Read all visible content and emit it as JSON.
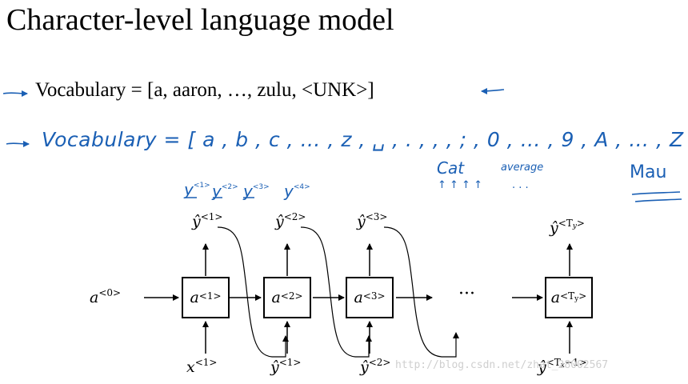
{
  "title": "Character-level language model",
  "vocab_line1": "Vocabulary = [a, aaron, …, zulu, <UNK>]",
  "vocab_line2_handwritten": "Vocabulary = [ a , b , c , … , z , ␣ , . , , , ; , 0 , … , 9 , A , … , Z ]",
  "notes": {
    "y_sequence": [
      {
        "base": "y",
        "sup": "<1>"
      },
      {
        "base": "y",
        "sup": "<2>"
      },
      {
        "base": "y",
        "sup": "<3>"
      },
      {
        "base": "y",
        "sup": "<4>"
      }
    ],
    "cat": "Cat",
    "average": "average",
    "arrows": "↑ ↑ ↑ ↑",
    "dots": ". . .",
    "may": "Mau"
  },
  "diagram": {
    "a0": {
      "base": "a",
      "sup": "<0>"
    },
    "ellipsis": "···",
    "cells": [
      {
        "base": "a",
        "sup": "<1>",
        "sub": "",
        "sup_tail": ""
      },
      {
        "base": "a",
        "sup": "<2>",
        "sub": "",
        "sup_tail": ""
      },
      {
        "base": "a",
        "sup": "<3>",
        "sub": "",
        "sup_tail": ""
      },
      {
        "base": "a",
        "sup": "<T",
        "sub": "y",
        "sup_tail": ">"
      }
    ],
    "outputs": [
      {
        "base": "ŷ",
        "sup": "<1>",
        "sub": "",
        "sup_tail": ""
      },
      {
        "base": "ŷ",
        "sup": "<2>",
        "sub": "",
        "sup_tail": ""
      },
      {
        "base": "ŷ",
        "sup": "<3>",
        "sub": "",
        "sup_tail": ""
      },
      {
        "base": "ŷ",
        "sup": "<T",
        "sub": "y",
        "sup_tail": ">"
      }
    ],
    "inputs": [
      {
        "base": "x",
        "sup": "<1>",
        "sub": "",
        "sup_tail": ""
      },
      {
        "base": "ŷ",
        "sup": "<1>",
        "sub": "",
        "sup_tail": ""
      },
      {
        "base": "ŷ",
        "sup": "<2>",
        "sub": "",
        "sup_tail": ""
      },
      {
        "base": "ŷ",
        "sup": "<T",
        "sub": "x",
        "sup_tail": "−1>"
      }
    ]
  },
  "watermark": "http://blog.csdn.net/zhat_28002567",
  "colors": {
    "ink": "#000000",
    "handwriting": "#1a5fb4",
    "watermark": "#cfcfcf"
  }
}
